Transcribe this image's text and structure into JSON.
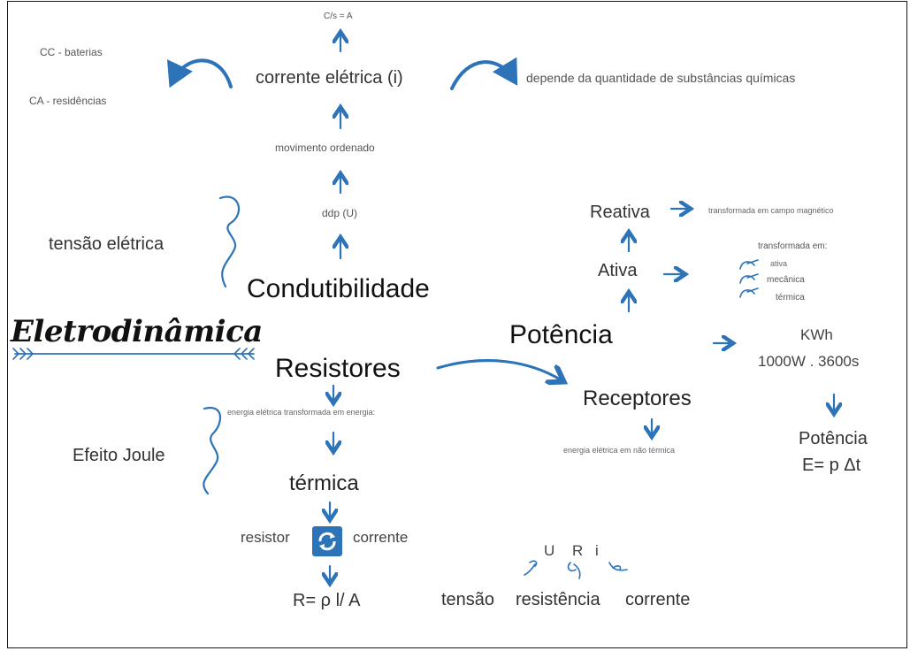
{
  "title": "Eletrodinâmica",
  "colors": {
    "accent": "#2c73b8",
    "text": "#333333",
    "border": "#1a1a1a"
  },
  "nodes": {
    "cs_eq_a": "C/s = A",
    "cc_baterias": "CC - baterias",
    "ca_residencias": "CA - residências",
    "corrente_eletrica": "corrente elétrica (i)",
    "depende": "depende da quantidade de substâncias químicas",
    "movimento": "movimento ordenado",
    "ddp": "ddp (U)",
    "tensao_eletrica": "tensão elétrica",
    "condutibilidade": "Condutibilidade",
    "resistores": "Resistores",
    "energia_transformada": "energia elétrica transformada em energia:",
    "efeito_joule": "Efeito Joule",
    "termica": "térmica",
    "resistor": "resistor",
    "corrente": "corrente",
    "r_formula": "R= ρ l/ A",
    "reativa": "Reativa",
    "campo_magnetico": "transformada em campo magnético",
    "ativa": "Ativa",
    "transformada_em": "transformada em:",
    "ativo": "ativa",
    "mecanica": "mecânica",
    "termica_small": "térmica",
    "potencia": "Potência",
    "kwh": "KWh",
    "kwh_calc": "1000W . 3600s",
    "receptores": "Receptores",
    "energia_nao_termica": "energia elétrica em não térmica",
    "potencia_2": "Potência",
    "e_formula": "E= p Δt",
    "uri_u": "U",
    "uri_r": "R",
    "uri_i": "i",
    "tensao": "tensão",
    "resistencia": "resistência",
    "corrente_2": "corrente"
  },
  "icons": [
    "up-arrow-icon",
    "right-arrow-icon",
    "down-arrow-icon",
    "curved-arrow-icon",
    "brace-icon",
    "refresh-icon",
    "chevron-arrow-icon"
  ]
}
